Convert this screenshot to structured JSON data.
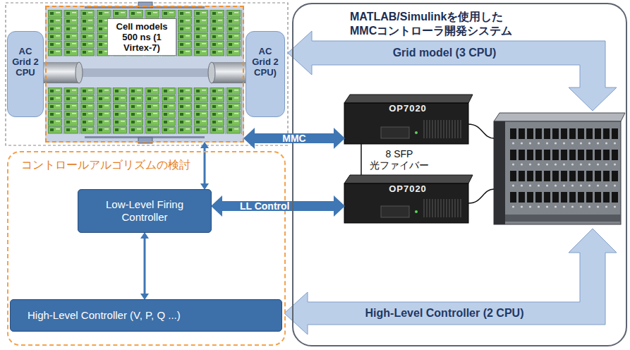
{
  "diagram": {
    "nodes": [
      {
        "text": [
          "AC Grid 2 CPU"
        ]
      },
      {
        "text": [
          "Cell models 500 ns (1 Virtex-7)"
        ]
      },
      {
        "text": [
          "AC Grid 2 CPU)"
        ]
      },
      {
        "text": [
          "MATLAB/Simulinkを使用した MMCコントローラ開発システム"
        ]
      },
      {
        "text": [
          "OP7020"
        ],
        "in": 3
      },
      {
        "text": [
          "OP7020"
        ],
        "in": 3
      },
      {
        "text": [
          "コントロールアルゴリズムの検討"
        ]
      },
      {
        "text": [
          "Low-Level Firing Controller"
        ],
        "in": 6
      },
      {
        "text": [
          "High-Level Controller (V, P, Q ...)"
        ],
        "in": 6
      }
    ],
    "edges": [
      {
        "from": 1,
        "to": 4,
        "arrow": "both",
        "label": "MMC"
      },
      {
        "from": 4,
        "to": 5,
        "arrow": "none"
      },
      {
        "from": 7,
        "to": 5,
        "arrow": "both",
        "label": "LL Control"
      },
      {
        "from": 1,
        "to": 7,
        "arrow": "both"
      },
      {
        "from": 7,
        "to": 8,
        "arrow": "both"
      }
    ],
    "labels": [
      "Grid model (3 CPU)",
      "8 SFP 光ファイバー",
      "High-Level Controller (2 CPU)"
    ]
  }
}
